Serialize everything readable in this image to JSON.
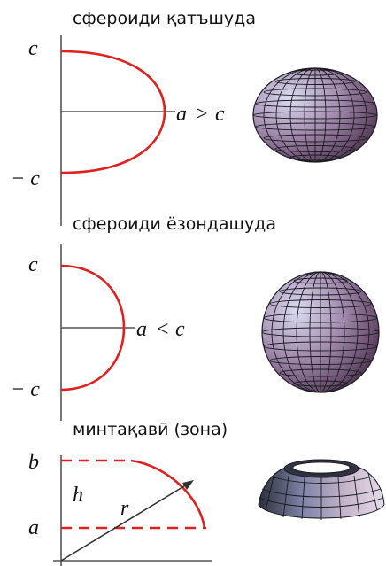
{
  "sections": [
    {
      "heading": "сфероиди қатъшуда",
      "top_label": "c",
      "bottom_label": "− c",
      "condition_a": "a",
      "condition_op": ">",
      "condition_c": "c"
    },
    {
      "heading": "сфероиди ёзондашуда",
      "top_label": "c",
      "bottom_label": "− c",
      "condition_a": "a",
      "condition_op": "<",
      "condition_c": "c"
    },
    {
      "heading": "минтақавӣ (зона)",
      "top_label": "b",
      "bottom_label": "a",
      "height_label": "h",
      "radius_label": "r"
    }
  ],
  "colors": {
    "curve": "#e02020",
    "surface_light": "#c8c6e6",
    "surface_mid": "#8a6f95",
    "surface_dark": "#2a2030"
  }
}
